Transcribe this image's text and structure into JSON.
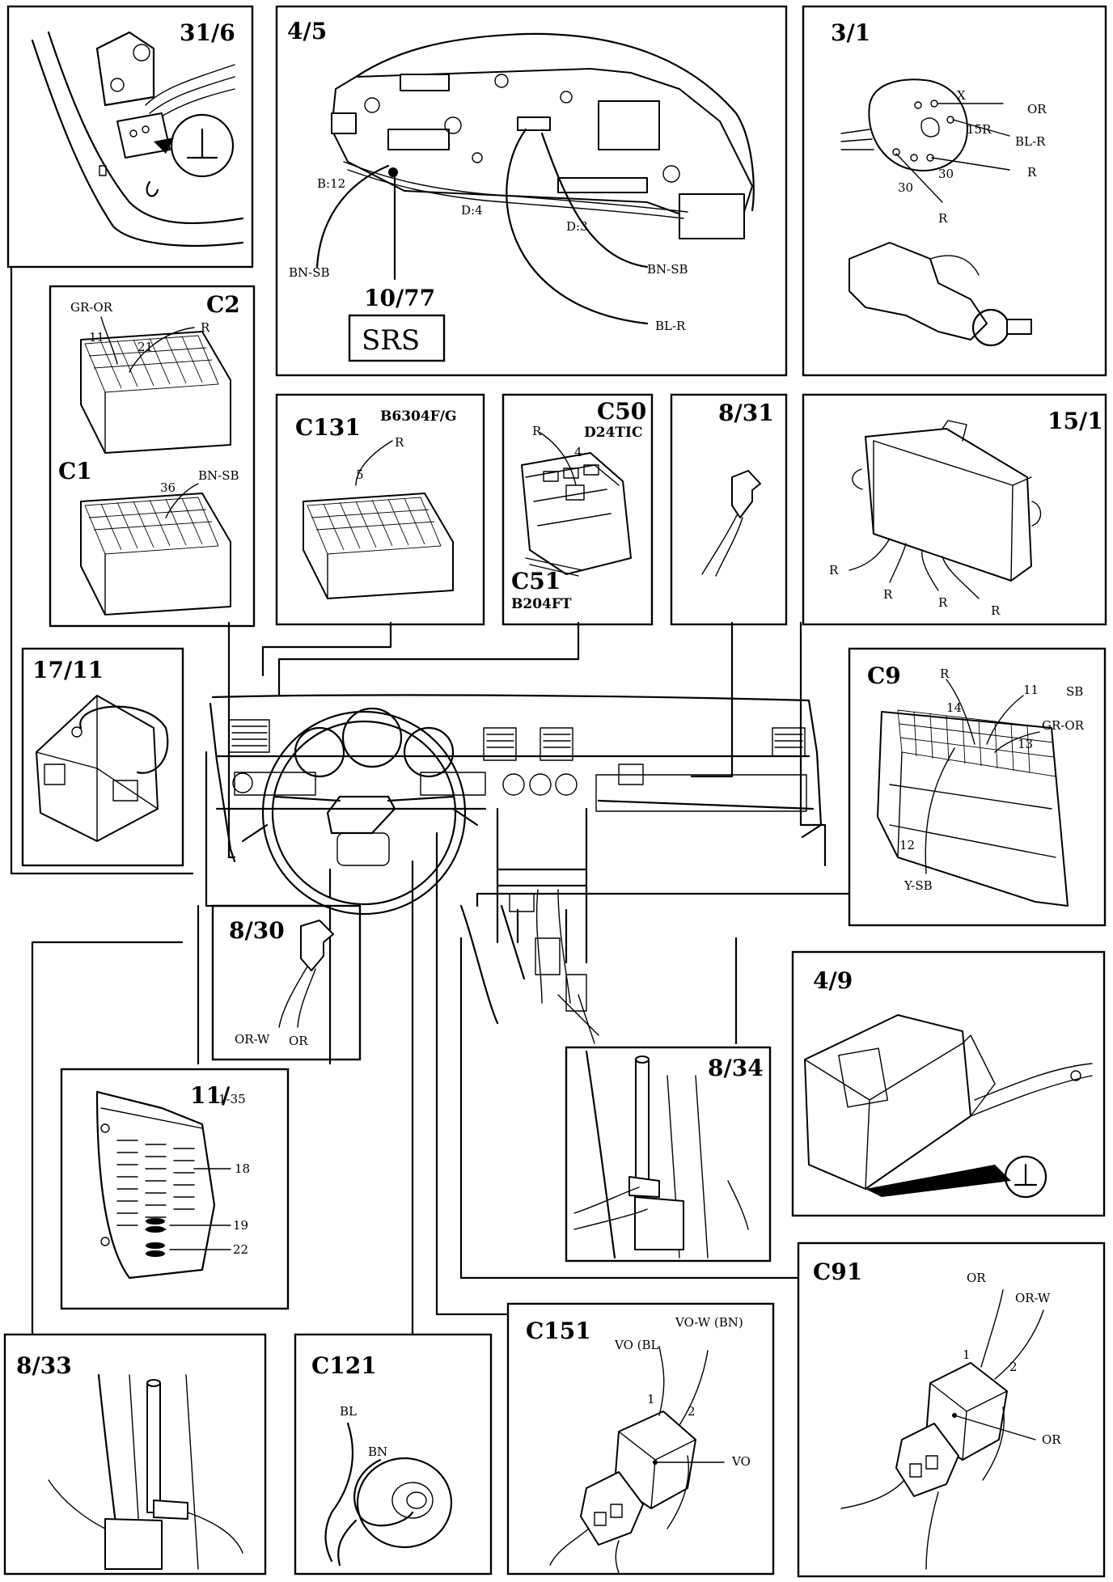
{
  "panels": {
    "p31_6": {
      "title": "31/6"
    },
    "p4_5": {
      "title": "4/5",
      "labels": [
        "B:12",
        "D:4",
        "D:3",
        "BN-SB",
        "BN-SB",
        "BL-R"
      ],
      "sub": "10/77",
      "srs": "SRS"
    },
    "p3_1": {
      "title": "3/1",
      "labels": [
        "X",
        "OR",
        "15R",
        "BL-R",
        "30",
        "R",
        "30",
        "R"
      ]
    },
    "c2c1": {
      "title_c2": "C2",
      "title_c1": "C1",
      "labels": [
        "GR-OR",
        "11",
        "R",
        "21",
        "36",
        "BN-SB"
      ]
    },
    "c131": {
      "title": "C131",
      "variant": "B6304F/G",
      "labels": [
        "R",
        "5"
      ]
    },
    "c50": {
      "title": "C50",
      "variant": "D24TIC",
      "title2": "C51",
      "variant2": "B204FT",
      "labels": [
        "R",
        "4"
      ]
    },
    "p8_31": {
      "title": "8/31"
    },
    "p15_1": {
      "title": "15/1",
      "labels": [
        "R",
        "R",
        "R",
        "R"
      ]
    },
    "p17_11": {
      "title": "17/11"
    },
    "c9": {
      "title": "C9",
      "labels": [
        "R",
        "11",
        "SB",
        "14",
        "GR-OR",
        "13",
        "12",
        "Y-SB"
      ]
    },
    "p8_30": {
      "title": "8/30",
      "labels": [
        "OR-W",
        "OR"
      ]
    },
    "p4_9": {
      "title": "4/9"
    },
    "p11": {
      "title": "11/",
      "range": "1-35",
      "labels": [
        "18",
        "19",
        "22"
      ]
    },
    "p8_34": {
      "title": "8/34"
    },
    "c91": {
      "title": "C91",
      "labels": [
        "OR",
        "OR-W",
        "1",
        "2",
        "OR"
      ]
    },
    "p8_33": {
      "title": "8/33"
    },
    "c121": {
      "title": "C121",
      "labels": [
        "BL",
        "BN"
      ]
    },
    "c151": {
      "title": "C151",
      "labels": [
        "VO-W (BN)",
        "VO (BL",
        "1",
        "2",
        "VO"
      ]
    }
  }
}
